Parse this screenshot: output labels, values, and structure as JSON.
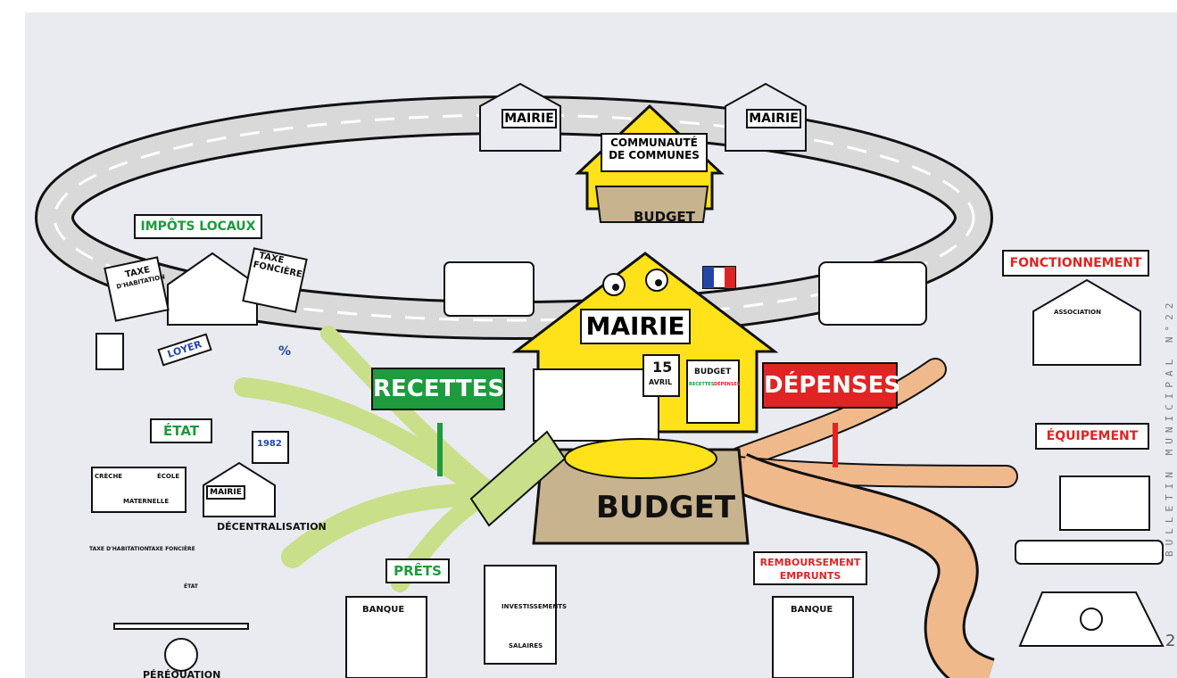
{
  "center": {
    "mairie": "MAIRIE",
    "budget": "BUDGET",
    "date_day": "15",
    "date_month": "AVRIL",
    "mini_budget": "BUDGET",
    "mini_recettes": "RECETTES",
    "mini_depenses": "DÉPENSES"
  },
  "top": {
    "mairie_left": "MAIRIE",
    "mairie_right": "MAIRIE",
    "communaute_line1": "COMMUNAUTÉ",
    "communaute_line2": "DE COMMUNES",
    "budget": "BUDGET"
  },
  "signs": {
    "recettes": "RECETTES",
    "depenses": "DÉPENSES"
  },
  "left": {
    "impots_locaux": "IMPÔTS LOCAUX",
    "taxe_habitation_1": "TAXE",
    "taxe_habitation_2": "D'HABITATION",
    "taxe_fonciere_1": "TAXE",
    "taxe_fonciere_2": "FONCIÈRE",
    "loyer": "LOYER",
    "percent": "%",
    "etat": "ÉTAT",
    "creche": "CRÈCHE",
    "ecole": "ÉCOLE",
    "maternelle": "MATERNELLE",
    "mairie": "MAIRIE",
    "year": "1982",
    "decentralisation": "DÉCENTRALISATION",
    "perequation": "PÉRÉQUATION",
    "etat_small": "ÉTAT",
    "taxe_small_1": "TAXE D'HABITATION",
    "taxe_small_2": "TAXE FONCIÈRE"
  },
  "bottom": {
    "prets": "PRÊTS",
    "banque_left": "BANQUE",
    "investissements": "INVESTISSEMENTS",
    "salaires": "SALAIRES",
    "remboursement_1": "REMBOURSEMENT",
    "remboursement_2": "EMPRUNTS",
    "banque_right": "BANQUE"
  },
  "right": {
    "fonctionnement": "FONCTIONNEMENT",
    "association": "ASSOCIATION",
    "equipement": "ÉQUIPEMENT"
  },
  "side_text": "BULLETIN MUNICIPAL N°22",
  "page_number": "2",
  "colors": {
    "green": "#1f9a3e",
    "red": "#e02424",
    "yellow": "#ffe21a",
    "budget_box": "#c8b38f",
    "pipe": "#f0b98c",
    "branch": "#c9df8a",
    "road": "#d9d9d9"
  }
}
